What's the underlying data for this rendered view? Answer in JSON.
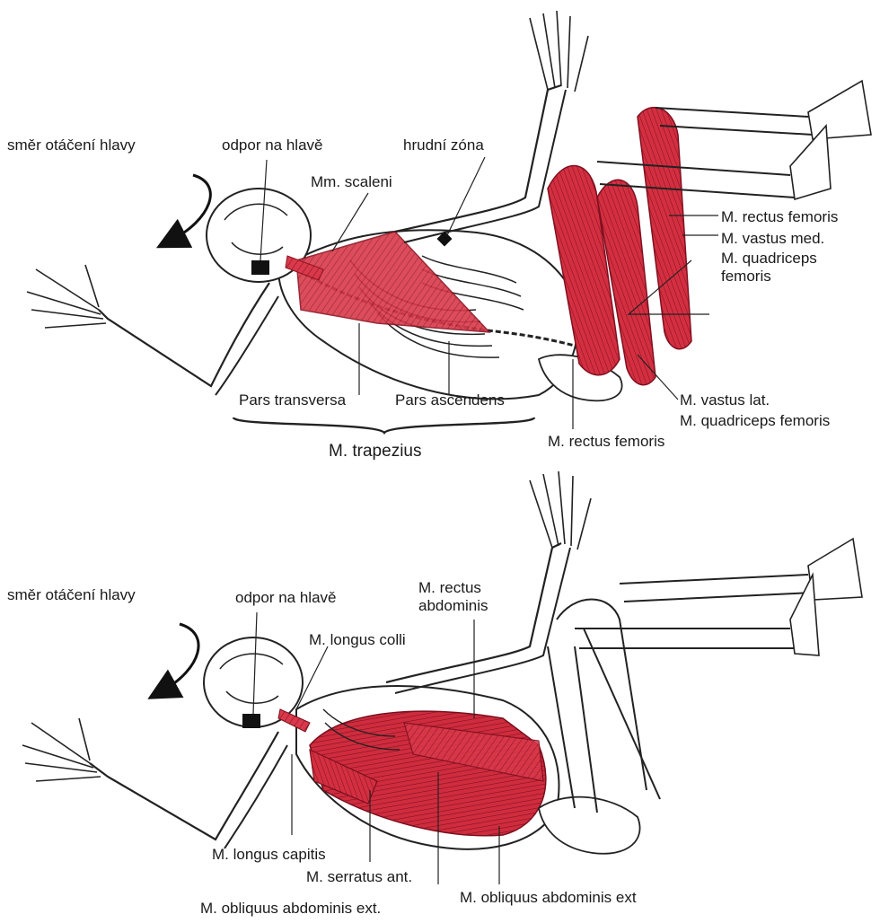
{
  "top": {
    "head_rotation": "směr otáčení hlavy",
    "head_resistance": "odpor na hlavě",
    "scaleni": "Mm. scaleni",
    "thoracic_zone": "hrudní zóna",
    "rectus_femoris_1": "M. rectus femoris",
    "vastus_med_1": "M. vastus med.",
    "vastus_med_2": "M. quadriceps",
    "vastus_med_3": "femoris",
    "pars_transversa": "Pars transversa",
    "pars_ascendens": "Pars ascendens",
    "vastus_lat_1": "M. vastus lat.",
    "vastus_lat_2": "M. quadriceps femoris",
    "rectus_femoris_2": "M. rectus femoris",
    "trapezius": "M. trapezius"
  },
  "bottom": {
    "head_rotation": "směr otáčení hlavy",
    "head_resistance": "odpor na hlavě",
    "rectus_abdominis": "M. rectus\nabdominis",
    "longus_colli": "M. longus colli",
    "longus_capitis": "M. longus capitis",
    "serratus": "M. serratus ant.",
    "obliquus_1": "M. obliquus abdominis ext.",
    "obliquus_2": "M. obliquus abdominis ext"
  },
  "colors": {
    "muscle": "#c8283a",
    "muscle_light": "#e35a6a",
    "line": "#222222"
  }
}
